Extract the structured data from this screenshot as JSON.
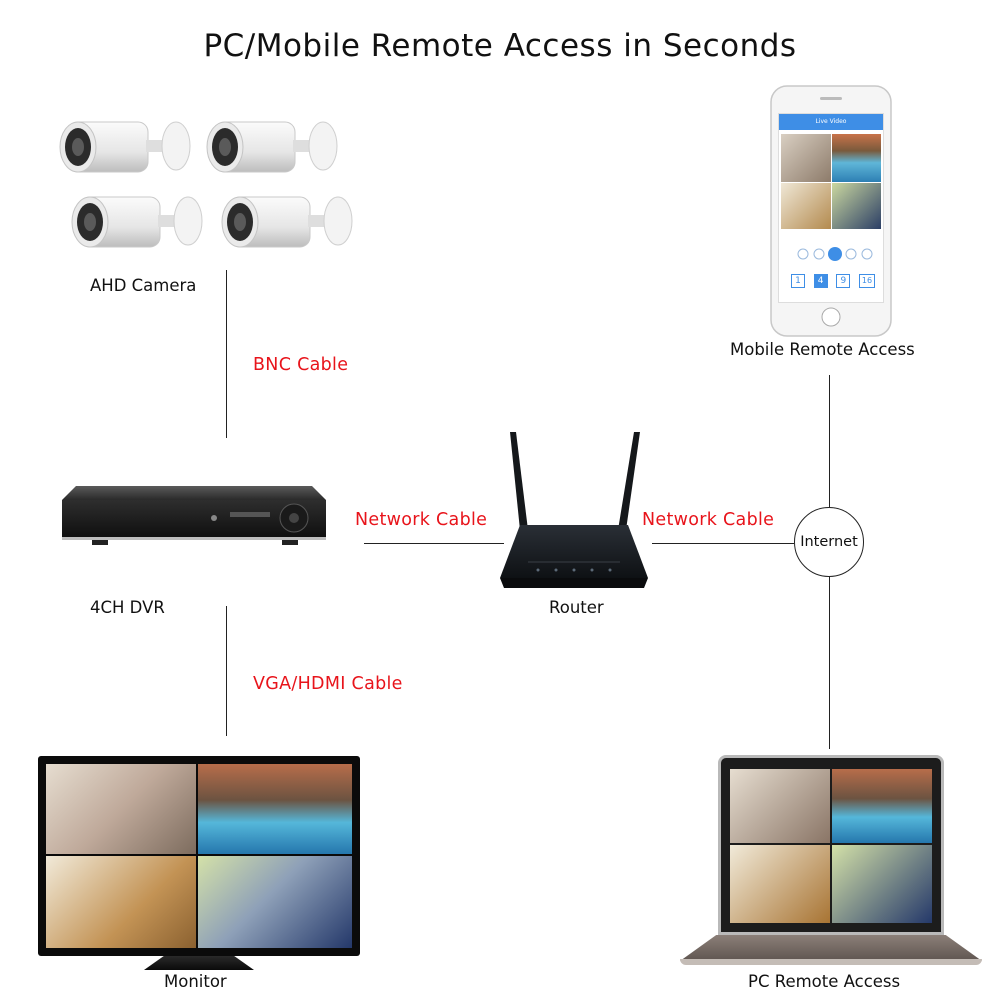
{
  "title": "PC/Mobile Remote Access in Seconds",
  "nodes": {
    "camera": "AHD Camera",
    "dvr": "4CH DVR",
    "router": "Router",
    "mobile": "Mobile Remote Access",
    "monitor": "Monitor",
    "pc": "PC Remote Access",
    "internet": "Internet"
  },
  "cables": {
    "bnc": "BNC Cable",
    "vga_hdmi": "VGA/HDMI Cable",
    "network_left": "Network Cable",
    "network_right": "Network Cable"
  },
  "phone_screen": {
    "header": "Live Video",
    "layout_buttons": [
      "1",
      "4",
      "9",
      "16"
    ]
  },
  "colors": {
    "cable_label": "#e8141b",
    "phone_header": "#3e8ee6",
    "line": "#222222"
  }
}
